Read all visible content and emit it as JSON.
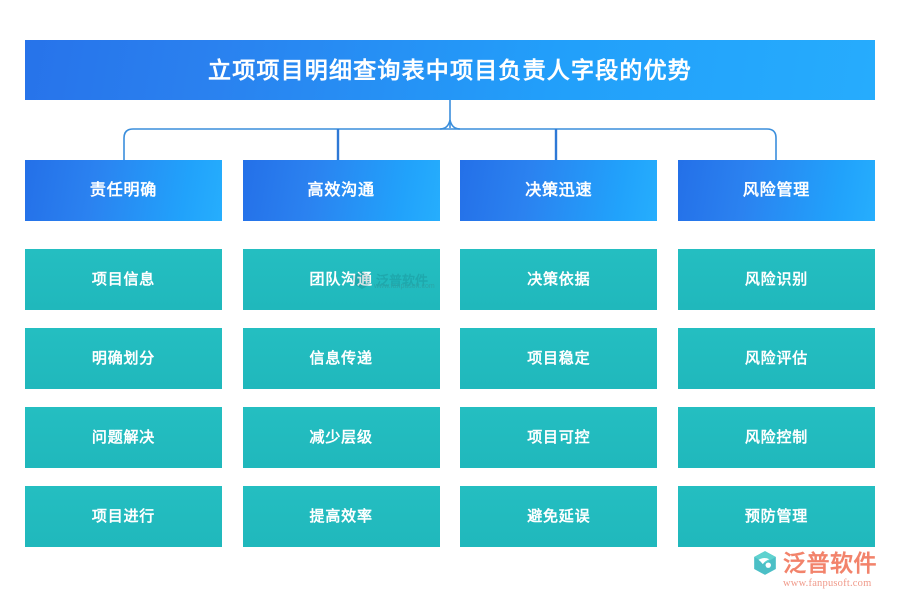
{
  "title": {
    "text": "立项项目明细查询表中项目负责人字段的优势"
  },
  "colors": {
    "title_gradient_start": "#2773EA",
    "title_gradient_end": "#26ACFD",
    "header_box_start": "#2470E8",
    "header_box_end": "#26AEFD",
    "leaf_box": "#22BCC0",
    "connector_line": "#3A8EDC",
    "brand_text": "#F2836B",
    "background": "#FFFFFF"
  },
  "columns": [
    {
      "header": "责任明确",
      "items": [
        "项目信息",
        "明确划分",
        "问题解决",
        "项目进行"
      ]
    },
    {
      "header": "高效沟通",
      "items": [
        "团队沟通",
        "信息传递",
        "减少层级",
        "提高效率"
      ]
    },
    {
      "header": "决策迅速",
      "items": [
        "决策依据",
        "项目稳定",
        "项目可控",
        "避免延误"
      ]
    },
    {
      "header": "风险管理",
      "items": [
        "风险识别",
        "风险评估",
        "风险控制",
        "预防管理"
      ]
    }
  ],
  "watermark": {
    "name": "泛普软件",
    "url": "www.fanpusoft.com"
  },
  "brand": {
    "name": "泛普软件",
    "url": "www.fanpusoft.com"
  }
}
